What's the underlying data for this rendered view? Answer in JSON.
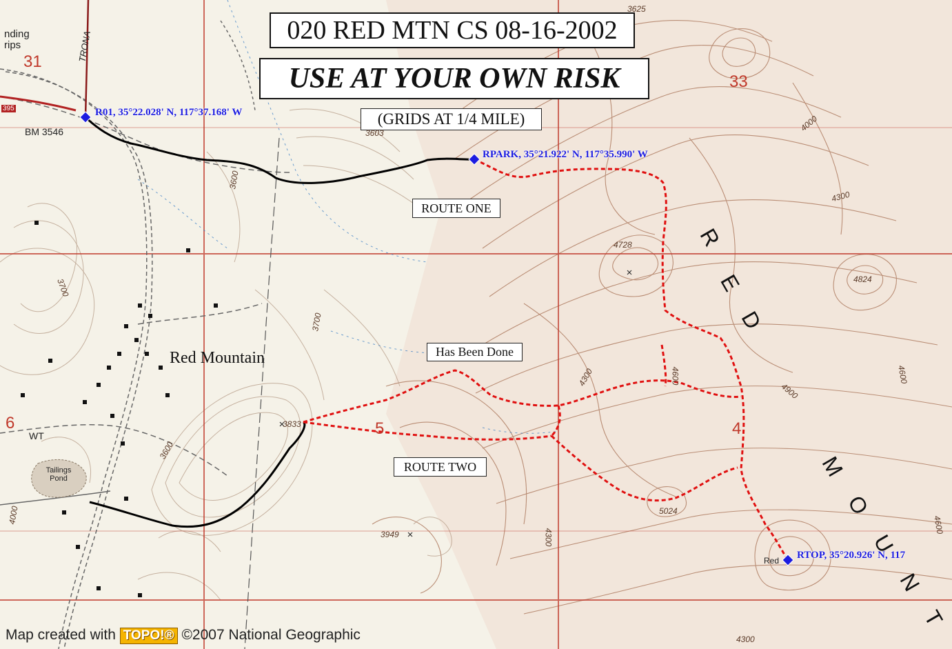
{
  "map": {
    "title": "020 RED MTN CS 08-16-2002",
    "warning": "USE AT YOUR OWN RISK",
    "grid_note": "(GRIDS AT 1/4 MILE)",
    "route_labels": {
      "route_one": "ROUTE ONE",
      "has_been_done": "Has Been Done",
      "route_two": "ROUTE TWO"
    },
    "waypoints": [
      {
        "id": "R01",
        "label": "R01, 35°22.028' N, 117°37.168' W",
        "lat": "35°22.028' N",
        "lon": "117°37.168' W"
      },
      {
        "id": "RPARK",
        "label": "RPARK, 35°21.922' N, 117°35.990' W",
        "lat": "35°21.922' N",
        "lon": "117°35.990' W"
      },
      {
        "id": "RTOP",
        "label": "RTOP, 35°20.926' N, 117",
        "lat": "35°20.926' N",
        "lon": "117"
      }
    ],
    "place_names": {
      "town": "Red Mountain",
      "mountain_letters": [
        "R",
        "E",
        "D",
        "M",
        "O",
        "U",
        "N",
        "T"
      ],
      "landing_strips": "nding rips",
      "trona": "TRONA",
      "benchmark": "BM 3546",
      "wt": "WT",
      "tailings_pond": "Tailings Pond",
      "red_peak": "Red",
      "hwy": "395"
    },
    "section_numbers": [
      "31",
      "33",
      "5",
      "4",
      "6"
    ],
    "elevations": [
      "3625",
      "3600",
      "3700",
      "3700",
      "3600",
      "3603",
      "3833",
      "3949",
      "4000",
      "4300",
      "4300",
      "4300",
      "4600",
      "4600",
      "4728",
      "4824",
      "4900",
      "5024",
      "4600",
      "4300",
      "4000"
    ],
    "credit": {
      "prefix": "Map created with",
      "logo": "TOPO!®",
      "suffix": "©2007 National Geographic"
    },
    "colors": {
      "route_confirmed": "#000000",
      "route_proposed": "#e01010",
      "waypoint": "#1c1ce0",
      "grid": "#c0392b",
      "contour": "#b07e64"
    }
  }
}
